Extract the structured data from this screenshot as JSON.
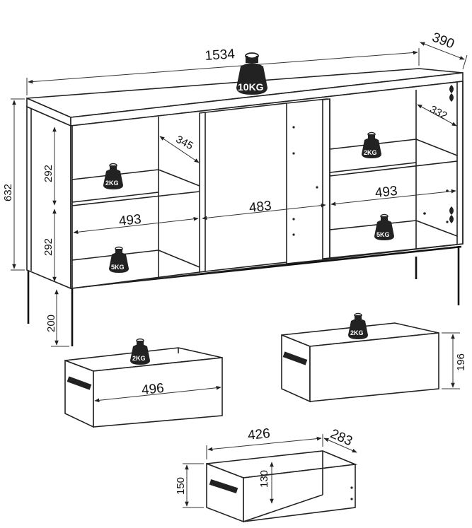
{
  "dimensions": {
    "total_width": "1534",
    "depth": "390",
    "total_height": "632",
    "upper_shelf_height": "292",
    "lower_shelf_height": "292",
    "leg_height": "200",
    "left_shelf_depth": "345",
    "right_shelf_depth": "332",
    "left_compartment_width": "493",
    "center_compartment_width": "483",
    "right_compartment_width": "493",
    "drawer_width": "496",
    "drawer_height": "196",
    "small_drawer_width": "426",
    "small_drawer_depth": "283",
    "small_drawer_height": "150",
    "small_drawer_inner_height": "130"
  },
  "load_labels": {
    "top": "10KG",
    "left_shelf": "2KG",
    "left_bottom": "5KG",
    "right_shelf": "2KG",
    "right_bottom": "5KG",
    "drawer_left": "2KG",
    "drawer_right": "2KG"
  }
}
